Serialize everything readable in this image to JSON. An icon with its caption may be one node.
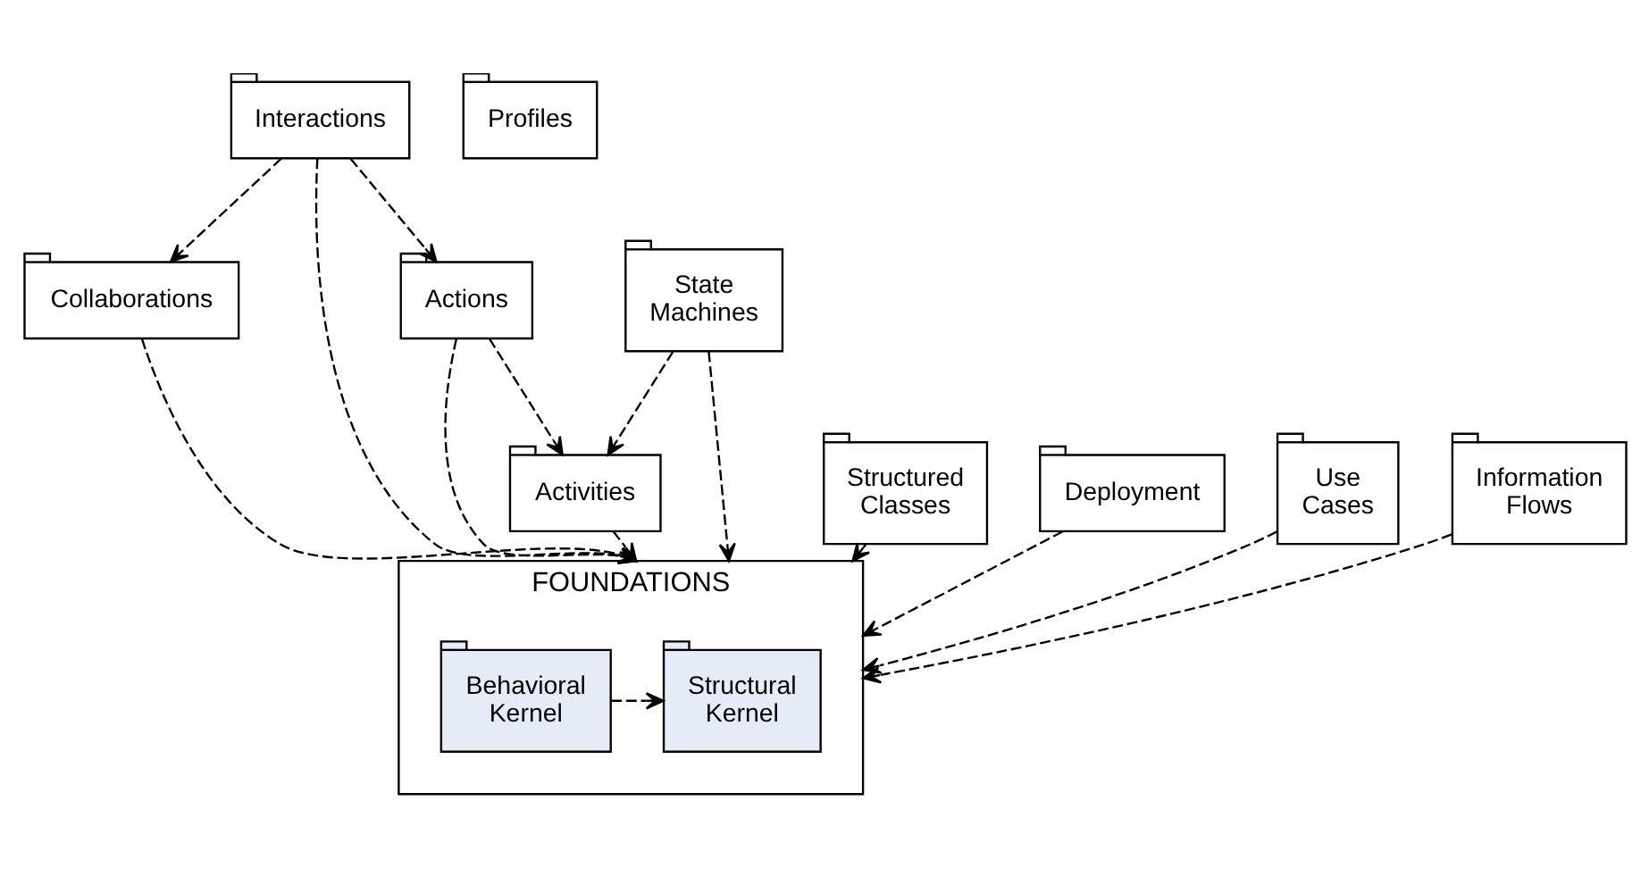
{
  "diagram": {
    "nodes": [
      {
        "text": [
          "Interactions"
        ]
      },
      {
        "text": [
          "Actions"
        ]
      },
      {
        "text": [
          "State Machines"
        ]
      },
      {
        "text": [
          "Structured Classes"
        ]
      },
      {
        "text": [
          "Deployment"
        ]
      },
      {
        "text": [
          "Collaborations"
        ]
      },
      {
        "text": [
          "Activities"
        ]
      },
      {
        "text": [
          "Use Cases"
        ]
      },
      {
        "text": [
          "Information Flows"
        ]
      },
      {
        "text": [
          "FOUNDATIONS"
        ]
      },
      {
        "text": [
          "Structural Kernel"
        ],
        "in": 9
      },
      {
        "text": [
          "Behavioral Kernel"
        ],
        "in": 9
      },
      {
        "text": [
          "Profiles"
        ]
      }
    ],
    "edges": [
      {
        "from": 0,
        "to": 1,
        "arrow": "to",
        "style": "dashed"
      },
      {
        "from": 0,
        "to": 5,
        "arrow": "to",
        "style": "dashed"
      },
      {
        "from": 0,
        "to": 9,
        "arrow": "to",
        "style": "dashed"
      },
      {
        "from": 1,
        "to": 6,
        "arrow": "to",
        "style": "dashed"
      },
      {
        "from": 1,
        "to": 9,
        "arrow": "to",
        "style": "dashed"
      },
      {
        "from": 2,
        "to": 6,
        "arrow": "to",
        "style": "dashed"
      },
      {
        "from": 2,
        "to": 9,
        "arrow": "to",
        "style": "dashed"
      },
      {
        "from": 3,
        "to": 9,
        "arrow": "to",
        "style": "dashed"
      },
      {
        "from": 4,
        "to": 9,
        "arrow": "to",
        "style": "dashed"
      },
      {
        "from": 5,
        "to": 9,
        "arrow": "to",
        "style": "dashed"
      },
      {
        "from": 6,
        "to": 9,
        "arrow": "to",
        "style": "dashed"
      },
      {
        "from": 7,
        "to": 9,
        "arrow": "to",
        "style": "dashed"
      },
      {
        "from": 8,
        "to": 9,
        "arrow": "to",
        "style": "dashed"
      },
      {
        "from": 11,
        "to": 10,
        "arrow": "to",
        "style": "dashed"
      }
    ]
  }
}
